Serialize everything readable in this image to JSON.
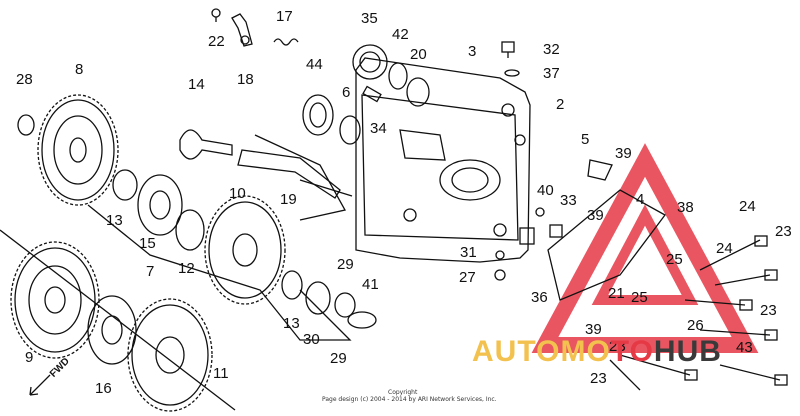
{
  "diagram": {
    "callouts": [
      {
        "id": "c22",
        "text": "22"
      },
      {
        "id": "c17",
        "text": "17"
      },
      {
        "id": "c35",
        "text": "35"
      },
      {
        "id": "c42",
        "text": "42"
      },
      {
        "id": "c20",
        "text": "20"
      },
      {
        "id": "c3",
        "text": "3"
      },
      {
        "id": "c32",
        "text": "32"
      },
      {
        "id": "c37",
        "text": "37"
      },
      {
        "id": "c18",
        "text": "18"
      },
      {
        "id": "c28",
        "text": "28"
      },
      {
        "id": "c8",
        "text": "8"
      },
      {
        "id": "c44",
        "text": "44"
      },
      {
        "id": "c6",
        "text": "6"
      },
      {
        "id": "c34",
        "text": "34"
      },
      {
        "id": "c2",
        "text": "2"
      },
      {
        "id": "c14",
        "text": "14"
      },
      {
        "id": "c5",
        "text": "5"
      },
      {
        "id": "c39a",
        "text": "39"
      },
      {
        "id": "c19",
        "text": "19"
      },
      {
        "id": "c40",
        "text": "40"
      },
      {
        "id": "c4",
        "text": "4"
      },
      {
        "id": "c33",
        "text": "33"
      },
      {
        "id": "c39b",
        "text": "39"
      },
      {
        "id": "c38",
        "text": "38"
      },
      {
        "id": "c24a",
        "text": "24"
      },
      {
        "id": "c10",
        "text": "10"
      },
      {
        "id": "c13a",
        "text": "13"
      },
      {
        "id": "c15",
        "text": "15"
      },
      {
        "id": "c12",
        "text": "12"
      },
      {
        "id": "c31",
        "text": "31"
      },
      {
        "id": "c23a",
        "text": "23"
      },
      {
        "id": "c24b",
        "text": "24"
      },
      {
        "id": "c25a",
        "text": "25"
      },
      {
        "id": "c7",
        "text": "7"
      },
      {
        "id": "c29a",
        "text": "29"
      },
      {
        "id": "c41",
        "text": "41"
      },
      {
        "id": "c27",
        "text": "27"
      },
      {
        "id": "c36",
        "text": "36"
      },
      {
        "id": "c21",
        "text": "21"
      },
      {
        "id": "c25b",
        "text": "25"
      },
      {
        "id": "c23b",
        "text": "23"
      },
      {
        "id": "c13b",
        "text": "13"
      },
      {
        "id": "c39c",
        "text": "39"
      },
      {
        "id": "c26",
        "text": "26"
      },
      {
        "id": "c30",
        "text": "30"
      },
      {
        "id": "c29b",
        "text": "29"
      },
      {
        "id": "c9",
        "text": "9"
      },
      {
        "id": "c23c",
        "text": "23"
      },
      {
        "id": "c43",
        "text": "43"
      },
      {
        "id": "c16",
        "text": "16"
      },
      {
        "id": "c11",
        "text": "11"
      },
      {
        "id": "c23d",
        "text": "23"
      }
    ],
    "fwd_label": "FWD",
    "copyright_title": "Copyright",
    "copyright_text": "Page design (c) 2004 - 2014 by ARI Network Services, Inc.",
    "watermark": {
      "part1": "AUTOMO",
      "part2": "TO",
      "part3": "HUB"
    },
    "colors": {
      "line": "#111111",
      "watermark_red": "#e63946",
      "watermark_gold": "#f2c14e",
      "watermark_dark": "#3a3a3a"
    }
  }
}
